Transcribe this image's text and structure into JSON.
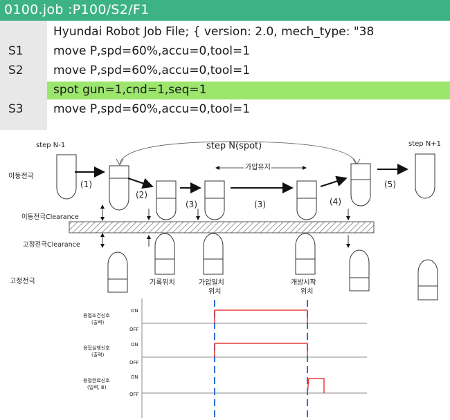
{
  "window": {
    "title": "0100.job  :P100/S2/F1"
  },
  "job": {
    "lines": [
      {
        "step": "",
        "text": "Hyundai Robot Job File; { version: 2.0, mech_type: \"38",
        "highlight": false
      },
      {
        "step": "S1",
        "text": "move P,spd=60%,accu=0,tool=1",
        "highlight": false
      },
      {
        "step": "S2",
        "text": "move P,spd=60%,accu=0,tool=1",
        "highlight": false
      },
      {
        "step": "",
        "text": "spot gun=1,cnd=1,seq=1",
        "highlight": true
      },
      {
        "step": "S3",
        "text": "move P,spd=60%,accu=0,tool=1",
        "highlight": false
      }
    ]
  },
  "diagram": {
    "step_prev": "step N-1",
    "step_spot": "step N(spot)",
    "step_next": "step N+1",
    "pressure_hold": "가압유지",
    "moving_electrode": "이동전극",
    "moving_clearance": "이동전극Clearance",
    "fixed_clearance": "고정전극Clearance",
    "fixed_electrode": "고정전극",
    "arrow_labels": [
      "(1)",
      "(2)",
      "(3)",
      "(3)",
      "(4)",
      "(5)"
    ],
    "pos_record": "기록위치",
    "pos_pressure_line1": "가압일치",
    "pos_pressure_line2": "위치",
    "pos_open_line1": "개방시작",
    "pos_open_line2": "위치"
  },
  "timing": {
    "signals": [
      {
        "line1": "용접조건신호",
        "line2": "(출력)",
        "on": "ON",
        "off": "OFF"
      },
      {
        "line1": "용접실행신호",
        "line2": "(출력)",
        "on": "ON",
        "off": "OFF"
      },
      {
        "line1": "용접완료신호",
        "line2": "(입력, Ⅲ)",
        "on": "ON",
        "off": "OFF"
      }
    ],
    "colors": {
      "signal": "#e83b3b",
      "marker": "#2f6fd4",
      "grid": "#888888"
    }
  }
}
